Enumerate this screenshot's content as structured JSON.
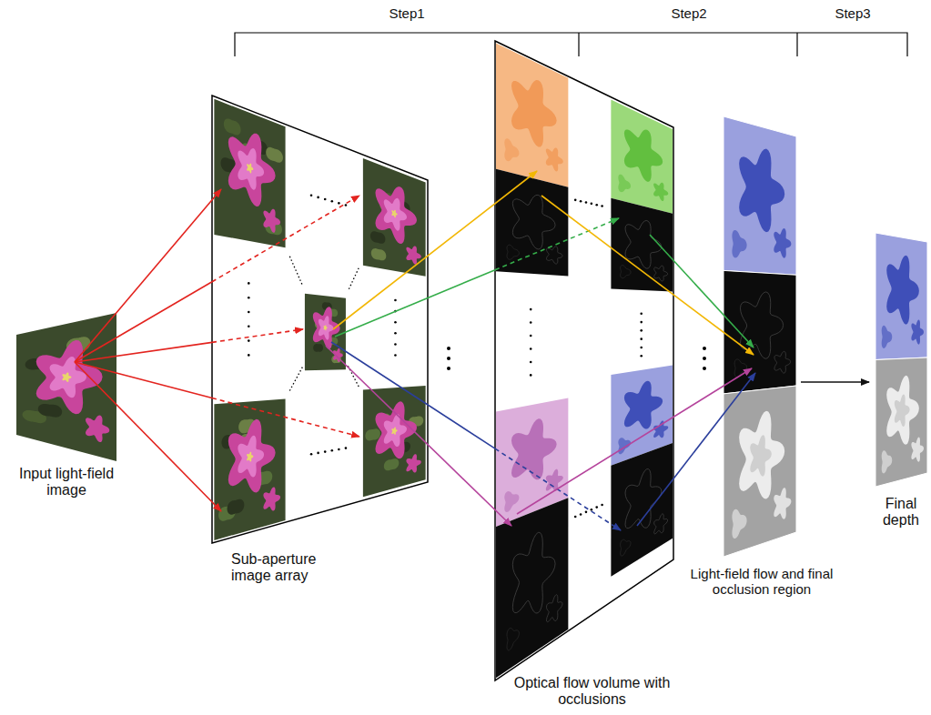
{
  "diagram": {
    "nodes": [
      {
        "text": [
          "Input light-field image"
        ]
      },
      {
        "text": [
          "Sub-aperture image array"
        ]
      },
      {
        "text": [
          "Optical flow volume with occlusions"
        ]
      },
      {
        "text": [
          "Light-field flow and final occlusion region"
        ]
      },
      {
        "text": [
          "Final depth"
        ]
      }
    ],
    "edges": [
      {
        "from": 0,
        "to": 1,
        "arrow": "to"
      },
      {
        "from": 0,
        "to": 1,
        "arrow": "to"
      },
      {
        "from": 0,
        "to": 1,
        "arrow": "to"
      },
      {
        "from": 0,
        "to": 1,
        "arrow": "to"
      },
      {
        "from": 0,
        "to": 1,
        "arrow": "to"
      },
      {
        "from": 1,
        "to": 2,
        "arrow": "to"
      },
      {
        "from": 1,
        "to": 2,
        "arrow": "to"
      },
      {
        "from": 1,
        "to": 2,
        "arrow": "to"
      },
      {
        "from": 1,
        "to": 2,
        "arrow": "to"
      },
      {
        "from": 2,
        "to": 3,
        "arrow": "to"
      },
      {
        "from": 2,
        "to": 3,
        "arrow": "to"
      },
      {
        "from": 2,
        "to": 3,
        "arrow": "to"
      },
      {
        "from": 2,
        "to": 3,
        "arrow": "to"
      },
      {
        "from": 3,
        "to": 4,
        "arrow": "to"
      }
    ],
    "labels": [
      "Step1",
      "Step2",
      "Step3"
    ]
  }
}
